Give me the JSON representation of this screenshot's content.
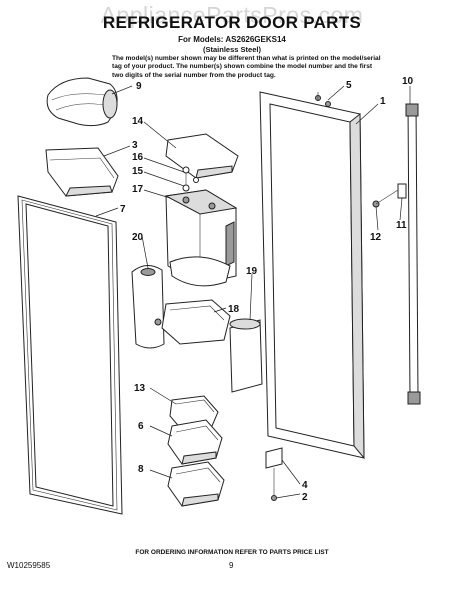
{
  "watermark": "AppliancePartsPros.com",
  "title": "REFRIGERATOR DOOR PARTS",
  "models_line": "For Models: AS2626GEKS14",
  "variant": "(Stainless Steel)",
  "note": "The model(s) number shown may be different than what is printed on the model/serial tag of your product. The number(s) shown combine the model number and the first two digits of the serial number from the product tag.",
  "callouts": [
    "9",
    "14",
    "3",
    "16",
    "15",
    "17",
    "7",
    "20",
    "13",
    "6",
    "8",
    "18",
    "19",
    "10",
    "5",
    "1",
    "12",
    "11",
    "4",
    "2"
  ],
  "footer_note": "FOR ORDERING INFORMATION REFER TO PARTS PRICE LIST",
  "doc_number": "W10259585",
  "page_number": "9"
}
